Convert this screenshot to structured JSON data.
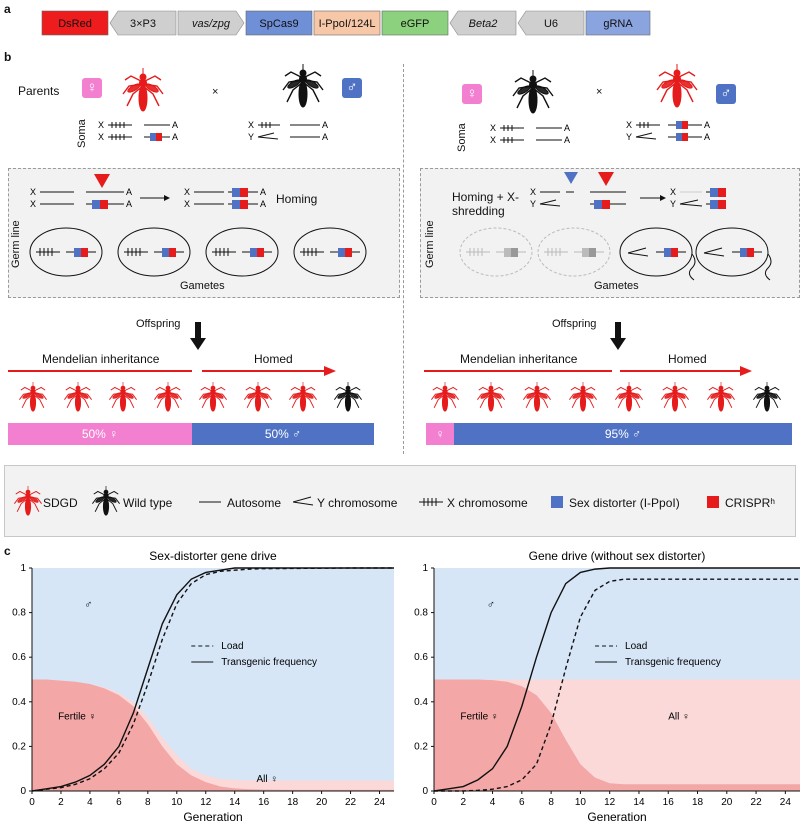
{
  "panel_a": {
    "letter": "a",
    "construct": [
      {
        "label": "DsRed",
        "color": "#ee1c1c",
        "text_color": "#111",
        "shape": "rect"
      },
      {
        "label": "3×P3",
        "color": "#cfcfcf",
        "text_color": "#111",
        "shape": "arrow-left"
      },
      {
        "label": "vas/zpg",
        "color": "#cfcfcf",
        "text_color": "#111",
        "shape": "arrow-right",
        "italic": true
      },
      {
        "label": "SpCas9",
        "color": "#6f8fd6",
        "text_color": "#111",
        "shape": "rect"
      },
      {
        "label": "I-PpoI/124L",
        "color": "#f7c8a8",
        "text_color": "#111",
        "shape": "rect"
      },
      {
        "label": "eGFP",
        "color": "#8cd17d",
        "text_color": "#111",
        "shape": "rect"
      },
      {
        "label": "Beta2",
        "color": "#cfcfcf",
        "text_color": "#111",
        "shape": "arrow-left",
        "italic": true
      },
      {
        "label": "U6",
        "color": "#cfcfcf",
        "text_color": "#111",
        "shape": "arrow-left"
      },
      {
        "label": "gRNA",
        "color": "#8aa4e0",
        "text_color": "#111",
        "shape": "rect"
      }
    ]
  },
  "panel_b": {
    "letter": "b",
    "parents_label": "Parents",
    "female_symbol": "♀",
    "male_symbol": "♂",
    "cross_symbol": "×",
    "soma_label": "Soma",
    "germ_line_label": "Germ line",
    "gametes_label": "Gametes",
    "offspring_label": "Offspring",
    "mendelian_label": "Mendelian inheritance",
    "homed_label": "Homed",
    "chrom_X": "X",
    "chrom_Y": "Y",
    "chrom_A": "A",
    "left": {
      "event_label": "Homing",
      "female_pct": "50% ♀",
      "male_pct": "50% ♂",
      "female_fraction": 0.5
    },
    "right": {
      "event_label": "Homing + X-shredding",
      "female_pct": "♀",
      "male_pct": "95% ♂",
      "female_fraction": 0.05
    },
    "colors": {
      "female": "#f27fcf",
      "male": "#4f72c4",
      "sdgd": "#e61b1b",
      "wild": "#111111",
      "sex_distorter": "#4f72c4",
      "crispr": "#e61b1b",
      "arrow": "#e61b1b"
    }
  },
  "legend": {
    "sdgd": "SDGD",
    "wild_type": "Wild type",
    "autosome": "Autosome",
    "y_chrom": "Y chromosome",
    "x_chrom": "X chromosome",
    "sex_distorter": "Sex distorter (I-PpoI)",
    "crispr": "CRISPRʰ"
  },
  "panel_c": {
    "letter": "c",
    "chart_data": [
      {
        "type": "area",
        "title": "Sex-distorter gene drive",
        "xlabel": "Generation",
        "ylabel": "",
        "xlim": [
          0,
          25
        ],
        "ylim": [
          0,
          1
        ],
        "xticks": [
          0,
          2,
          4,
          6,
          8,
          10,
          12,
          14,
          16,
          18,
          20,
          22,
          24
        ],
        "yticks": [
          0,
          0.2,
          0.4,
          0.6,
          0.8,
          1
        ],
        "annotations": [
          "♂",
          "Fertile ♀",
          "All ♀"
        ],
        "legend": [
          "Load",
          "Transgenic frequency"
        ],
        "x": [
          0,
          1,
          2,
          3,
          4,
          5,
          6,
          7,
          8,
          9,
          10,
          11,
          12,
          13,
          14,
          15,
          16,
          18,
          20,
          22,
          25
        ],
        "series": [
          {
            "name": "Transgenic frequency",
            "values": [
              0.0,
              0.01,
              0.02,
              0.04,
              0.07,
              0.12,
              0.2,
              0.35,
              0.55,
              0.75,
              0.88,
              0.95,
              0.98,
              0.99,
              1,
              1,
              1,
              1,
              1,
              1,
              1
            ]
          },
          {
            "name": "Load",
            "values": [
              0.0,
              0.008,
              0.015,
              0.03,
              0.055,
              0.1,
              0.17,
              0.3,
              0.48,
              0.68,
              0.84,
              0.93,
              0.97,
              0.985,
              0.99,
              0.995,
              0.997,
              0.998,
              0.999,
              1,
              1
            ]
          },
          {
            "name": "Fertile ♀",
            "values": [
              0.5,
              0.5,
              0.495,
              0.49,
              0.48,
              0.46,
              0.43,
              0.38,
              0.3,
              0.2,
              0.12,
              0.07,
              0.04,
              0.02,
              0.012,
              0.008,
              0.006,
              0.005,
              0.005,
              0.005,
              0.005
            ]
          },
          {
            "name": "All ♀",
            "values": [
              0.5,
              0.5,
              0.495,
              0.49,
              0.48,
              0.465,
              0.44,
              0.4,
              0.33,
              0.24,
              0.16,
              0.1,
              0.07,
              0.055,
              0.05,
              0.048,
              0.047,
              0.047,
              0.047,
              0.047,
              0.047
            ]
          }
        ]
      },
      {
        "type": "area",
        "title": "Gene drive (without sex distorter)",
        "xlabel": "Generation",
        "ylabel": "",
        "xlim": [
          0,
          25
        ],
        "ylim": [
          0,
          1
        ],
        "xticks": [
          0,
          2,
          4,
          6,
          8,
          10,
          12,
          14,
          16,
          18,
          20,
          22,
          24
        ],
        "yticks": [
          0,
          0.2,
          0.4,
          0.6,
          0.8,
          1
        ],
        "annotations": [
          "♂",
          "Fertile ♀",
          "All ♀"
        ],
        "legend": [
          "Load",
          "Transgenic frequency"
        ],
        "x": [
          0,
          1,
          2,
          3,
          4,
          5,
          6,
          7,
          8,
          9,
          10,
          11,
          12,
          13,
          14,
          15,
          16,
          18,
          20,
          22,
          25
        ],
        "series": [
          {
            "name": "Transgenic frequency",
            "values": [
              0.0,
              0.01,
              0.02,
              0.05,
              0.1,
              0.2,
              0.38,
              0.6,
              0.8,
              0.93,
              0.98,
              0.995,
              1,
              1,
              1,
              1,
              1,
              1,
              1,
              1,
              1
            ]
          },
          {
            "name": "Load",
            "values": [
              0,
              0,
              0,
              0.003,
              0.008,
              0.02,
              0.05,
              0.12,
              0.3,
              0.55,
              0.78,
              0.9,
              0.94,
              0.95,
              0.95,
              0.95,
              0.95,
              0.95,
              0.95,
              0.95,
              0.95
            ]
          },
          {
            "name": "Fertile ♀",
            "values": [
              0.5,
              0.5,
              0.5,
              0.5,
              0.497,
              0.49,
              0.47,
              0.43,
              0.35,
              0.23,
              0.12,
              0.06,
              0.035,
              0.03,
              0.03,
              0.03,
              0.03,
              0.03,
              0.03,
              0.03,
              0.03
            ]
          },
          {
            "name": "All ♀",
            "values": [
              0.5,
              0.5,
              0.5,
              0.5,
              0.5,
              0.5,
              0.5,
              0.5,
              0.5,
              0.5,
              0.5,
              0.5,
              0.5,
              0.5,
              0.5,
              0.5,
              0.5,
              0.5,
              0.5,
              0.5,
              0.5
            ]
          }
        ]
      }
    ],
    "colors": {
      "male_bg": "#d6e6f7",
      "female_fertile": "#f3a7a7",
      "female_all": "#fbd9d9",
      "line": "#111111"
    }
  }
}
